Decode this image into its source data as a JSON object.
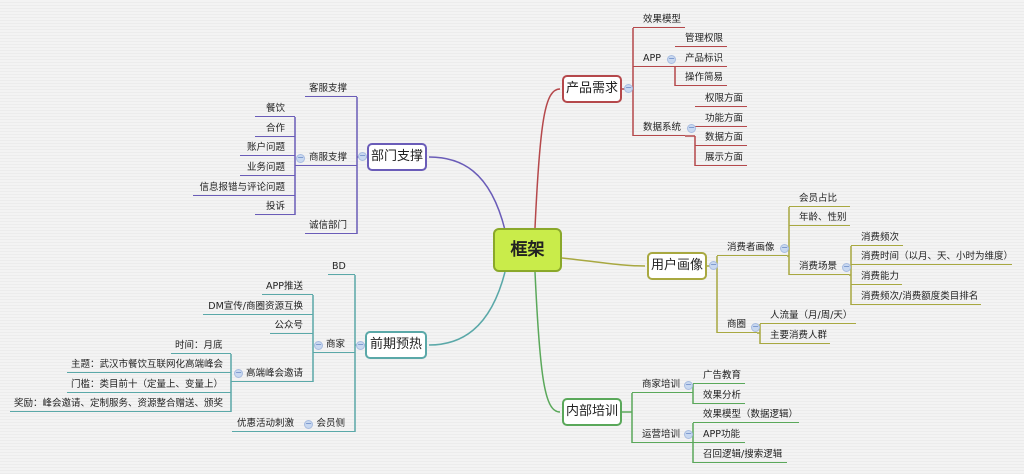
{
  "center": "框架",
  "colors": {
    "product": "#b5484b",
    "user": "#a8a840",
    "training": "#5aa85a",
    "dept": "#6a5cb8",
    "preheat": "#5aa8a8",
    "center": "#c9ec4a"
  },
  "product": {
    "title": "产品需求",
    "effect": "效果模型",
    "app": {
      "label": "APP",
      "items": [
        "管理权限",
        "产品标识",
        "操作简易"
      ]
    },
    "data": {
      "label": "数据系统",
      "items": [
        "权限方面",
        "功能方面",
        "数据方面",
        "展示方面"
      ]
    }
  },
  "user": {
    "title": "用户画像",
    "consumer": {
      "label": "消费者画像",
      "items": [
        "会员占比",
        "年龄、性别"
      ],
      "scene": {
        "label": "消费场景",
        "items": [
          "消费频次",
          "消费时间（以月、天、小时为维度）",
          "消费能力",
          "消费频次/消费额度类目排名"
        ]
      }
    },
    "district": {
      "label": "商圈",
      "items": [
        "人流量（月/周/天）",
        "主要消费人群"
      ]
    }
  },
  "training": {
    "title": "内部培训",
    "merchant": {
      "label": "商家培训",
      "items": [
        "广告教育",
        "效果分析"
      ]
    },
    "ops": {
      "label": "运营培训",
      "items": [
        "效果模型（数据逻辑）",
        "APP功能",
        "召回逻辑/搜索逻辑"
      ]
    }
  },
  "dept": {
    "title": "部门支撑",
    "cs": "客服支撑",
    "bs": {
      "label": "商服支撑",
      "items": [
        "餐饮",
        "合作",
        "账户问题",
        "业务问题",
        "信息报错与评论问题",
        "投诉"
      ]
    },
    "integrity": "诚信部门"
  },
  "preheat": {
    "title": "前期预热",
    "bd": "BD",
    "merchant": {
      "label": "商家",
      "items": [
        "APP推送",
        "DM宣传/商圈资源互换",
        "公众号"
      ],
      "summit": {
        "label": "高端峰会邀请",
        "items": [
          "时间：月底",
          "主题：武汉市餐饮互联网化高端峰会",
          "门槛：类目前十（定量上、变量上）",
          "奖励：峰会邀请、定制服务、资源整合赠送、颁奖"
        ]
      }
    },
    "member": {
      "label": "会员侧",
      "items": [
        "优惠活动刺激"
      ]
    }
  }
}
